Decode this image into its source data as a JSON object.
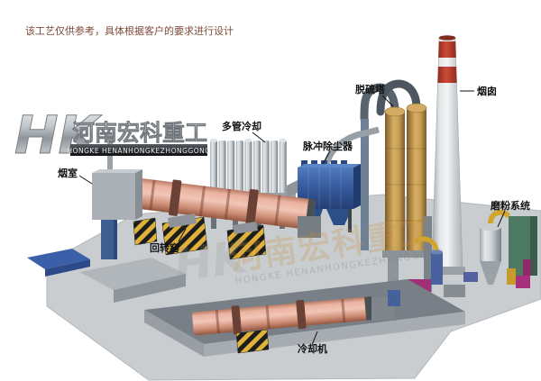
{
  "disclaimer": "该工艺仅供参考，具体根据客户的要求进行设计",
  "logo": {
    "monogram": "HK",
    "company_cn": "河南宏科重工",
    "company_en": "HONGKE HENANHONGKEZHONGGONG"
  },
  "watermark": {
    "monogram": "HK",
    "company_cn": "河南宏科重工",
    "company_en": "HONGKE HENANHONGKEZHONGGONG"
  },
  "labels": {
    "smoke_chamber": "烟室",
    "rotary_kiln": "回转窑",
    "multi_tube_cooler": "多管冷却",
    "pulse_dust_collector": "脉冲除尘器",
    "desulfurization_tower": "脱硫塔",
    "chimney": "烟囱",
    "grinding_system": "磨粉系统",
    "cooling_machine": "冷却机"
  },
  "colors": {
    "kiln_salmon": "#d99780",
    "platform_gray": "#c9cdd0",
    "dust_collector_blue": "#3a66ab",
    "tower_tan": "#c49a52",
    "chimney_red": "#b5372b",
    "hazard_yellow": "#e0b23a",
    "watermark_orange": "#c68d3e",
    "label_text": "#111111",
    "disclaimer_text": "#7d4a38"
  }
}
